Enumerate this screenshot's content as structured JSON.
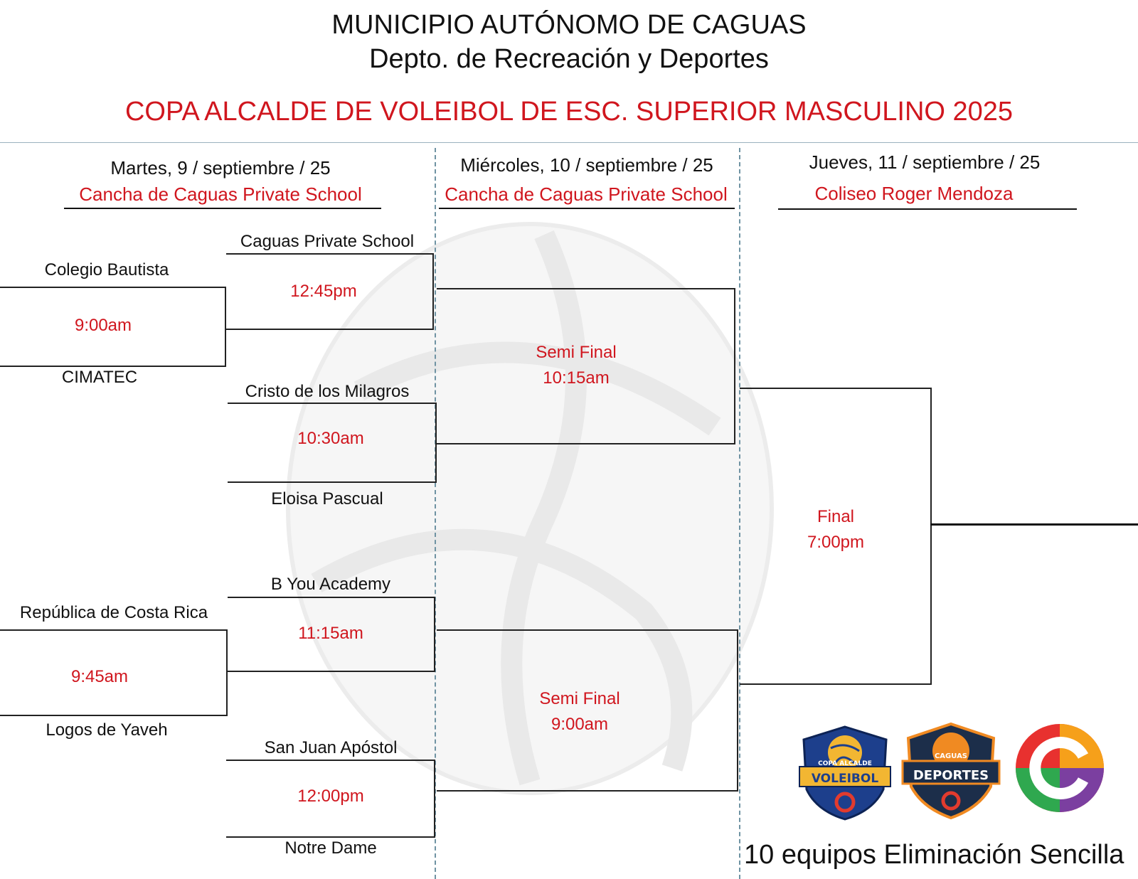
{
  "header": {
    "line1": "MUNICIPIO AUTÓNOMO DE CAGUAS",
    "line2": "Depto. de Recreación y Deportes",
    "title": "COPA ALCALDE DE VOLEIBOL DE ESC. SUPERIOR MASCULINO 2025"
  },
  "columns": [
    {
      "day": "Martes, 9 / septiembre / 25",
      "venue": "Cancha de Caguas Private School"
    },
    {
      "day": "Miércoles, 10 / septiembre / 25",
      "venue": "Cancha de Caguas Private School"
    },
    {
      "day": "Jueves, 11 / septiembre / 25",
      "venue": "Coliseo Roger Mendoza"
    }
  ],
  "round1": [
    {
      "team_top": "Colegio Bautista",
      "time": "9:00am",
      "team_bottom": "CIMATEC"
    },
    {
      "team_top": "República de Costa Rica",
      "time": "9:45am",
      "team_bottom": "Logos de Yaveh"
    }
  ],
  "round2": [
    {
      "team_top": "Caguas Private School",
      "time": "12:45pm"
    },
    {
      "team_top": "Cristo de los Milagros",
      "time": "10:30am",
      "team_bottom": "Eloisa Pascual"
    },
    {
      "team_top": "B You Academy",
      "time": "11:15am"
    },
    {
      "team_top": "San Juan Apóstol",
      "time": "12:00pm",
      "team_bottom": "Notre Dame"
    }
  ],
  "semis": [
    {
      "label": "Semi Final",
      "time": "10:15am"
    },
    {
      "label": "Semi Final",
      "time": "9:00am"
    }
  ],
  "final": {
    "label": "Final",
    "time": "7:00pm"
  },
  "footer": {
    "format": "10 equipos Eliminación Sencilla"
  },
  "logos": [
    {
      "name": "copa-alcalde-voleibol-logo",
      "text": "COPA ALCALDE VOLEIBOL",
      "colors": [
        "#1d3f8c",
        "#f2b632",
        "#e23b2e"
      ]
    },
    {
      "name": "caguas-deportes-logo",
      "text": "CAGUAS DEPORTES",
      "colors": [
        "#1c2e4a",
        "#f08a22",
        "#e23b2e"
      ]
    },
    {
      "name": "caguas-c-logo",
      "colors": [
        "#e8312f",
        "#f6a01a",
        "#2fa84f",
        "#7b3fa0"
      ]
    }
  ],
  "colors": {
    "accent_red": "#d0161e",
    "divider": "#6f93a3"
  }
}
